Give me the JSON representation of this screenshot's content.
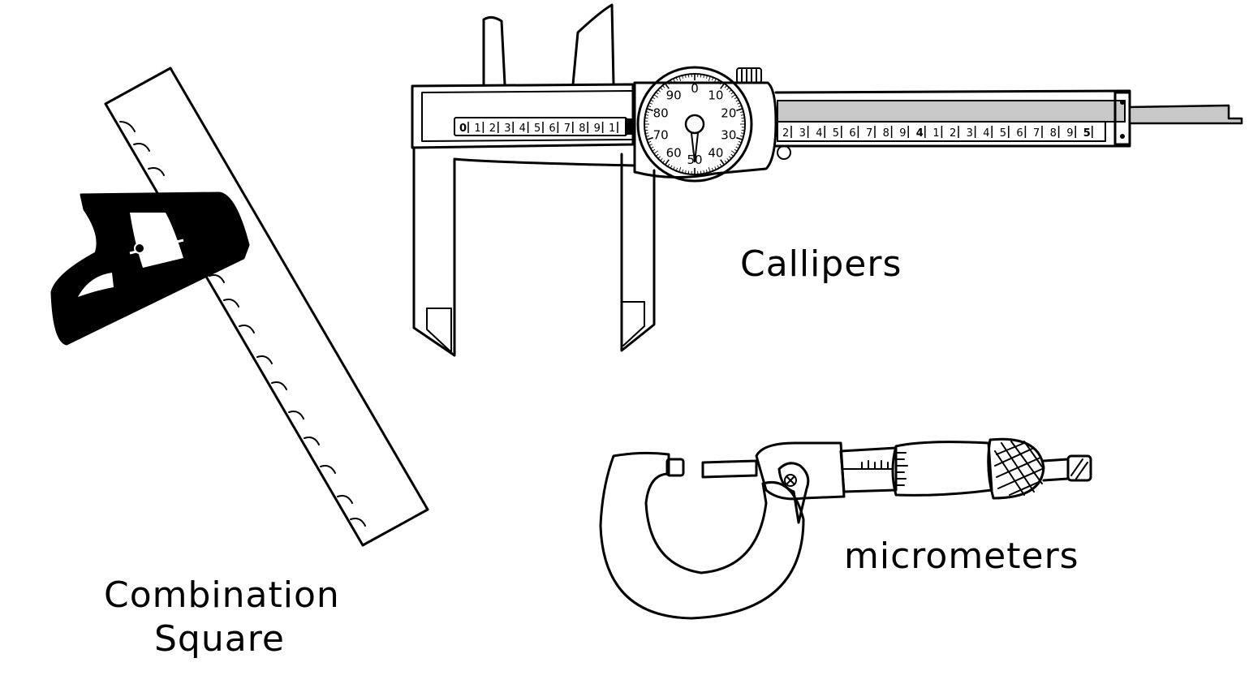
{
  "labels": {
    "combination_square_line1": "Combination",
    "combination_square_line2": "Square",
    "callipers": "Callipers",
    "micrometers": "micrometers"
  },
  "caliper_scale_left": [
    "0",
    "1",
    "2",
    "3",
    "4",
    "5",
    "6",
    "7",
    "8",
    "9",
    "1"
  ],
  "caliper_scale_right": [
    "2",
    "3",
    "4",
    "5",
    "6",
    "7",
    "8",
    "9",
    "4",
    "1",
    "2",
    "3",
    "4",
    "5",
    "6",
    "7",
    "8",
    "9",
    "5"
  ],
  "dial_numbers": [
    "0",
    "10",
    "20",
    "30",
    "40",
    "50",
    "60",
    "70",
    "80",
    "90"
  ],
  "colors": {
    "ink": "#000000",
    "beam_fill": "#c8c8c8",
    "background": "#ffffff"
  }
}
